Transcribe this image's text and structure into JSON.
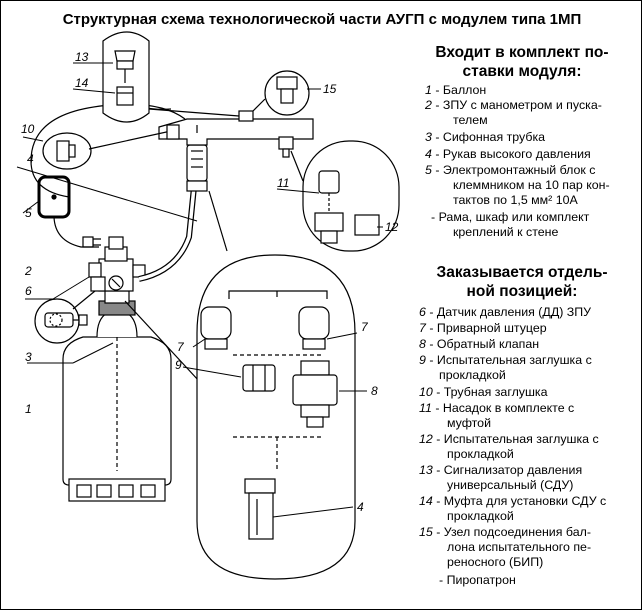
{
  "title": "Структурная схема технологической части АУГП с модулем типа 1МП",
  "section1": {
    "heading_line1": "Входит в комплект по-",
    "heading_line2": "ставки модуля:",
    "items": [
      {
        "num": "1",
        "text": " - Баллон"
      },
      {
        "num": "2",
        "text": " - ЗПУ с манометром и пуска-",
        "cont": "телем"
      },
      {
        "num": "3",
        "text": " - Сифонная трубка"
      },
      {
        "num": "4",
        "text": " - Рукав высокого давления"
      },
      {
        "num": "5",
        "text": " - Электромонтажный блок с",
        "cont": "клеммником на 10 пар кон-",
        "cont2": "тактов по 1,5 мм² 10А"
      },
      {
        "num": "",
        "text": "- Рама, шкаф или комплект",
        "cont": "креплений к стене"
      }
    ]
  },
  "section2": {
    "heading_line1": "Заказывается отдель-",
    "heading_line2": "ной позицией:",
    "items": [
      {
        "num": "6",
        "text": " - Датчик давления (ДД) ЗПУ"
      },
      {
        "num": "7",
        "text": " - Приварной штуцер"
      },
      {
        "num": "8",
        "text": " - Обратный клапан"
      },
      {
        "num": "9",
        "text": " - Испытательная заглушка с",
        "cont": "прокладкой"
      },
      {
        "num": "10",
        "text": " - Трубная заглушка"
      },
      {
        "num": "11",
        "text": " - Насадок в комплекте с",
        "cont": "муфтой"
      },
      {
        "num": "12",
        "text": " - Испытательная заглушка с",
        "cont": "прокладкой"
      },
      {
        "num": "13",
        "text": " - Сигнализатор давления",
        "cont": "универсальный (СДУ)"
      },
      {
        "num": "14",
        "text": " - Муфта для установки СДУ с",
        "cont": "прокладкой"
      },
      {
        "num": "15",
        "text": " - Узел подсоединения бал-",
        "cont": "лона испытательного пе-",
        "cont2": "реносного (БИП)"
      },
      {
        "num": "",
        "text": "- Пиропатрон"
      }
    ]
  },
  "callouts": {
    "c1": "1",
    "c2": "2",
    "c3": "3",
    "c4a": "4",
    "c4b": "4",
    "c5": "5",
    "c6": "6",
    "c7a": "7",
    "c7b": "7",
    "c8": "8",
    "c9": "9",
    "c10": "10",
    "c11": "11",
    "c12": "12",
    "c13": "13",
    "c14": "14",
    "c15": "15"
  }
}
